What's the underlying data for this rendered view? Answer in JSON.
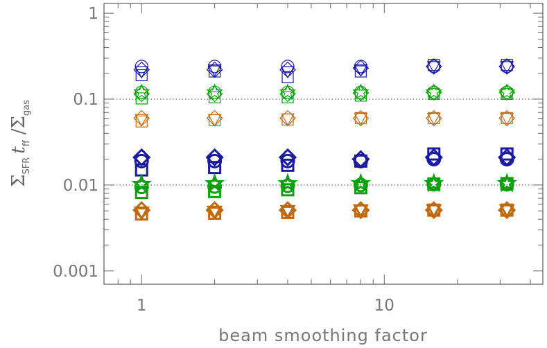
{
  "chart_data": {
    "type": "scatter",
    "title": "",
    "xlabel": "beam smoothing factor",
    "ylabel": {
      "parts": [
        "Σ",
        "SFR",
        "t",
        "ff",
        "/",
        "Σ",
        "gas"
      ]
    },
    "xscale": "log",
    "yscale": "log",
    "xlim": [
      0.7,
      45
    ],
    "ylim": [
      0.0007,
      1.3
    ],
    "x_ticks": [
      {
        "value": 1,
        "label": "1"
      },
      {
        "value": 10,
        "label": "10"
      }
    ],
    "y_ticks": [
      {
        "value": 0.001,
        "label": "0.001"
      },
      {
        "value": 0.01,
        "label": "0.01"
      },
      {
        "value": 0.1,
        "label": "0.1"
      },
      {
        "value": 1,
        "label": "1"
      }
    ],
    "reference_lines": [
      0.01,
      0.1
    ],
    "colors": {
      "blue": "#1a1aa0",
      "green": "#0c9e0c",
      "orange": "#c06a10"
    },
    "x": [
      1,
      2,
      4,
      8,
      16,
      32
    ],
    "series": [
      {
        "color": "blue",
        "weight": "thin",
        "marker": "circle",
        "values": [
          0.24,
          0.24,
          0.24,
          0.24,
          0.24,
          0.24
        ]
      },
      {
        "color": "blue",
        "weight": "thin",
        "marker": "diamond",
        "values": [
          0.22,
          0.22,
          0.22,
          0.23,
          0.24,
          0.24
        ]
      },
      {
        "color": "blue",
        "weight": "thin",
        "marker": "square",
        "values": [
          0.19,
          0.21,
          0.18,
          0.21,
          0.25,
          0.25
        ]
      },
      {
        "color": "blue",
        "weight": "thin",
        "marker": "triangle-down",
        "values": [
          0.21,
          0.22,
          0.21,
          0.22,
          0.24,
          0.24
        ]
      },
      {
        "color": "green",
        "weight": "thin",
        "marker": "circle",
        "values": [
          0.12,
          0.12,
          0.12,
          0.12,
          0.12,
          0.12
        ]
      },
      {
        "color": "green",
        "weight": "thin",
        "marker": "star",
        "values": [
          0.12,
          0.12,
          0.12,
          0.12,
          0.12,
          0.12
        ]
      },
      {
        "color": "green",
        "weight": "thin",
        "marker": "square",
        "values": [
          0.102,
          0.105,
          0.105,
          0.11,
          0.115,
          0.115
        ]
      },
      {
        "color": "green",
        "weight": "thin",
        "marker": "diamond",
        "values": [
          0.115,
          0.115,
          0.115,
          0.118,
          0.12,
          0.12
        ]
      },
      {
        "color": "orange",
        "weight": "thin",
        "marker": "diamond",
        "values": [
          0.06,
          0.06,
          0.06,
          0.06,
          0.06,
          0.06
        ]
      },
      {
        "color": "orange",
        "weight": "thin",
        "marker": "square",
        "values": [
          0.055,
          0.057,
          0.058,
          0.06,
          0.06,
          0.06
        ]
      },
      {
        "color": "orange",
        "weight": "thin",
        "marker": "triangle-down",
        "values": [
          0.058,
          0.058,
          0.059,
          0.06,
          0.06,
          0.06
        ]
      },
      {
        "color": "blue",
        "weight": "thick",
        "marker": "diamond",
        "values": [
          0.021,
          0.021,
          0.021,
          0.02,
          0.021,
          0.021
        ]
      },
      {
        "color": "blue",
        "weight": "thick",
        "marker": "circle",
        "values": [
          0.019,
          0.019,
          0.019,
          0.019,
          0.02,
          0.02
        ]
      },
      {
        "color": "blue",
        "weight": "thick",
        "marker": "square",
        "values": [
          0.015,
          0.016,
          0.017,
          0.019,
          0.023,
          0.023
        ]
      },
      {
        "color": "green",
        "weight": "thick",
        "marker": "star",
        "values": [
          0.0102,
          0.0104,
          0.0104,
          0.0104,
          0.0104,
          0.0104
        ]
      },
      {
        "color": "green",
        "weight": "thick",
        "marker": "square",
        "values": [
          0.0082,
          0.0084,
          0.0088,
          0.0093,
          0.0103,
          0.0104
        ]
      },
      {
        "color": "green",
        "weight": "thick",
        "marker": "circle",
        "values": [
          0.0095,
          0.0096,
          0.0098,
          0.01,
          0.0102,
          0.0102
        ]
      },
      {
        "color": "orange",
        "weight": "thick",
        "marker": "diamond",
        "values": [
          0.0051,
          0.0051,
          0.0051,
          0.0051,
          0.0051,
          0.0051
        ]
      },
      {
        "color": "orange",
        "weight": "thick",
        "marker": "square",
        "values": [
          0.0046,
          0.0047,
          0.0048,
          0.005,
          0.0051,
          0.0051
        ]
      },
      {
        "color": "orange",
        "weight": "thick",
        "marker": "triangle-down",
        "values": [
          0.0048,
          0.0049,
          0.005,
          0.0051,
          0.0051,
          0.0051
        ]
      }
    ]
  }
}
